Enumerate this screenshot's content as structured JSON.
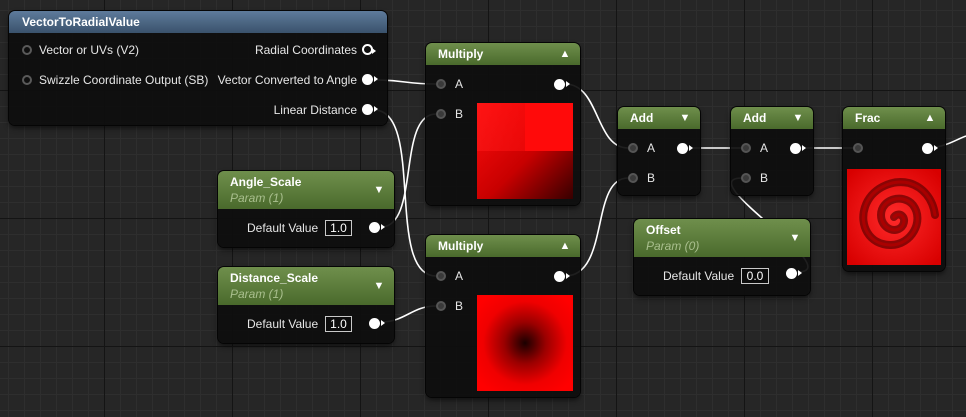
{
  "graph": {
    "wire_color": "#ffffff",
    "header_colors": {
      "function": "#4a637e",
      "math": "#5b7a3a",
      "param": "#5b7a3a"
    }
  },
  "vector_to_radial": {
    "title": "VectorToRadialValue",
    "inputs": [
      "Vector or UVs (V2)",
      "Swizzle Coordinate Output (SB)"
    ],
    "outputs": [
      "Radial Coordinates",
      "Vector Converted to Angle",
      "Linear Distance"
    ]
  },
  "multiply_top": {
    "title": "Multiply",
    "pin_a": "A",
    "pin_b": "B",
    "preview": "angle-gradient-preview"
  },
  "multiply_bottom": {
    "title": "Multiply",
    "pin_a": "A",
    "pin_b": "B",
    "preview": "radial-gradient-preview"
  },
  "angle_scale": {
    "title": "Angle_Scale",
    "subtitle": "Param (1)",
    "field_label": "Default Value",
    "value": "1.0"
  },
  "distance_scale": {
    "title": "Distance_Scale",
    "subtitle": "Param (1)",
    "field_label": "Default Value",
    "value": "1.0"
  },
  "add_1": {
    "title": "Add",
    "pin_a": "A",
    "pin_b": "B"
  },
  "add_2": {
    "title": "Add",
    "pin_a": "A",
    "pin_b": "B"
  },
  "offset": {
    "title": "Offset",
    "subtitle": "Param (0)",
    "field_label": "Default Value",
    "value": "0.0"
  },
  "frac": {
    "title": "Frac",
    "preview": "spiral-preview"
  }
}
